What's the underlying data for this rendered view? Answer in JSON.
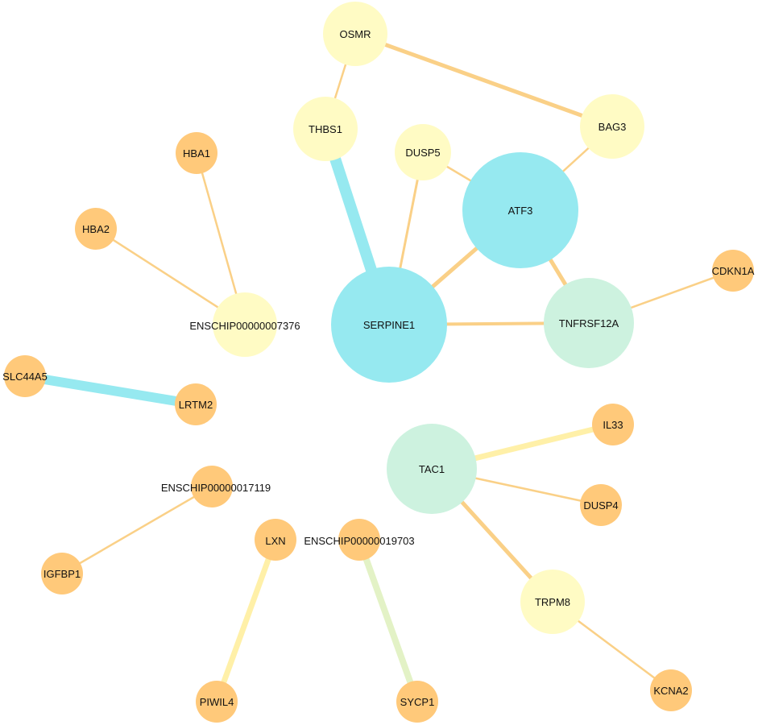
{
  "colors": {
    "orange": "#FFC97A",
    "light_yellow": "#FFFBC4",
    "cyan": "#96E9F0",
    "mint": "#CDF2DF",
    "edge_orange": "#FAD087",
    "edge_light": "#FFF0A8",
    "edge_green": "#E3F2C6",
    "edge_cyan": "#96E9F0"
  },
  "nodes": [
    {
      "id": "OSMR",
      "label": "OSMR"
    },
    {
      "id": "THBS1",
      "label": "THBS1"
    },
    {
      "id": "BAG3",
      "label": "BAG3"
    },
    {
      "id": "DUSP5",
      "label": "DUSP5"
    },
    {
      "id": "ATF3",
      "label": "ATF3"
    },
    {
      "id": "HBA1",
      "label": "HBA1"
    },
    {
      "id": "HBA2",
      "label": "HBA2"
    },
    {
      "id": "CDKN1A",
      "label": "CDKN1A"
    },
    {
      "id": "SERPINE1",
      "label": "SERPINE1"
    },
    {
      "id": "TNFRSF12A",
      "label": "TNFRSF12A"
    },
    {
      "id": "ENSCHIP00000007376",
      "label": "ENSCHIP00000007376"
    },
    {
      "id": "SLC44A5",
      "label": "SLC44A5"
    },
    {
      "id": "LRTM2",
      "label": "LRTM2"
    },
    {
      "id": "IL33",
      "label": "IL33"
    },
    {
      "id": "TAC1",
      "label": "TAC1"
    },
    {
      "id": "ENSCHIP00000017119",
      "label": "ENSCHIP00000017119"
    },
    {
      "id": "DUSP4",
      "label": "DUSP4"
    },
    {
      "id": "LXN",
      "label": "LXN"
    },
    {
      "id": "ENSCHIP00000019703",
      "label": "ENSCHIP00000019703"
    },
    {
      "id": "IGFBP1",
      "label": "IGFBP1"
    },
    {
      "id": "TRPM8",
      "label": "TRPM8"
    },
    {
      "id": "PIWIL4",
      "label": "PIWIL4"
    },
    {
      "id": "SYCP1",
      "label": "SYCP1"
    },
    {
      "id": "KCNA2",
      "label": "KCNA2"
    }
  ],
  "edges": [
    {
      "source": "OSMR",
      "target": "THBS1"
    },
    {
      "source": "OSMR",
      "target": "BAG3"
    },
    {
      "source": "BAG3",
      "target": "ATF3"
    },
    {
      "source": "DUSP5",
      "target": "ATF3"
    },
    {
      "source": "DUSP5",
      "target": "SERPINE1"
    },
    {
      "source": "THBS1",
      "target": "SERPINE1"
    },
    {
      "source": "ATF3",
      "target": "SERPINE1"
    },
    {
      "source": "ATF3",
      "target": "TNFRSF12A"
    },
    {
      "source": "SERPINE1",
      "target": "TNFRSF12A"
    },
    {
      "source": "TNFRSF12A",
      "target": "CDKN1A"
    },
    {
      "source": "HBA1",
      "target": "ENSCHIP00000007376"
    },
    {
      "source": "HBA2",
      "target": "ENSCHIP00000007376"
    },
    {
      "source": "SLC44A5",
      "target": "LRTM2"
    },
    {
      "source": "TAC1",
      "target": "IL33"
    },
    {
      "source": "TAC1",
      "target": "DUSP4"
    },
    {
      "source": "TAC1",
      "target": "TRPM8"
    },
    {
      "source": "TRPM8",
      "target": "KCNA2"
    },
    {
      "source": "ENSCHIP00000017119",
      "target": "IGFBP1"
    },
    {
      "source": "LXN",
      "target": "PIWIL4"
    },
    {
      "source": "ENSCHIP00000019703",
      "target": "SYCP1"
    }
  ]
}
